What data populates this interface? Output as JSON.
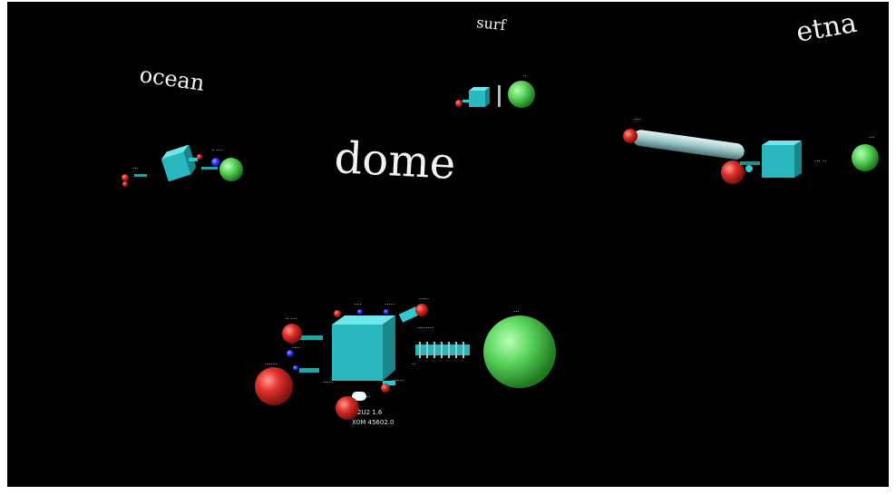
{
  "scene": {
    "background": "#000000",
    "colors": {
      "cube": "#2fc9cf",
      "red_node": "#e0302a",
      "green_node": "#5fd85f",
      "blue_node": "#2a3cff",
      "link_tube": "#9cc7c9"
    },
    "hosts": [
      {
        "name": "ocean"
      },
      {
        "name": "surf"
      },
      {
        "name": "etna"
      },
      {
        "name": "dome"
      }
    ],
    "dome_labels": {
      "line1": "2U2 1.6",
      "line2": "X0M 45602.0"
    }
  }
}
